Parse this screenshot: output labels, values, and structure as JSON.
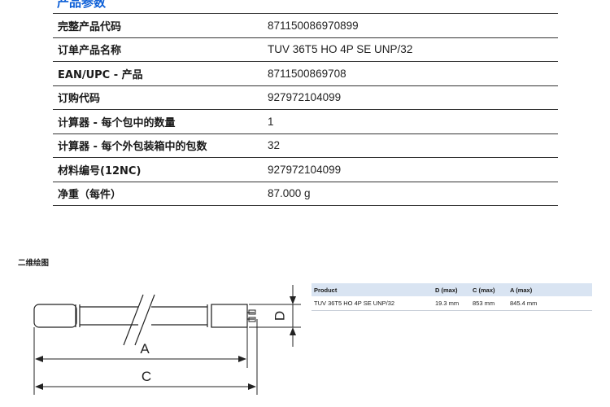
{
  "section": {
    "title": "产品参数"
  },
  "params": [
    {
      "label": "完整产品代码",
      "value": "871150086970899"
    },
    {
      "label": "订单产品名称",
      "value": "TUV 36T5 HO 4P SE UNP/32"
    },
    {
      "label": "EAN/UPC - 产品",
      "value": "8711500869708"
    },
    {
      "label": "订购代码",
      "value": "927972104099"
    },
    {
      "label": "计算器 - 每个包中的数量",
      "value": "1"
    },
    {
      "label": "计算器 - 每个外包装箱中的包数",
      "value": "32"
    },
    {
      "label": "材料编号(12NC)",
      "value": "927972104099"
    },
    {
      "label": "净重（每件）",
      "value": "87.000 g"
    }
  ],
  "drawing": {
    "title": "二维绘图",
    "labels": {
      "a": "A",
      "c": "C",
      "d": "D"
    }
  },
  "dimensions_table": {
    "headers": [
      "Product",
      "D (max)",
      "C (max)",
      "A (max)"
    ],
    "rows": [
      [
        "TUV 36T5 HO 4P SE UNP/32",
        "19.3 mm",
        "853 mm",
        "845.4 mm"
      ]
    ]
  }
}
